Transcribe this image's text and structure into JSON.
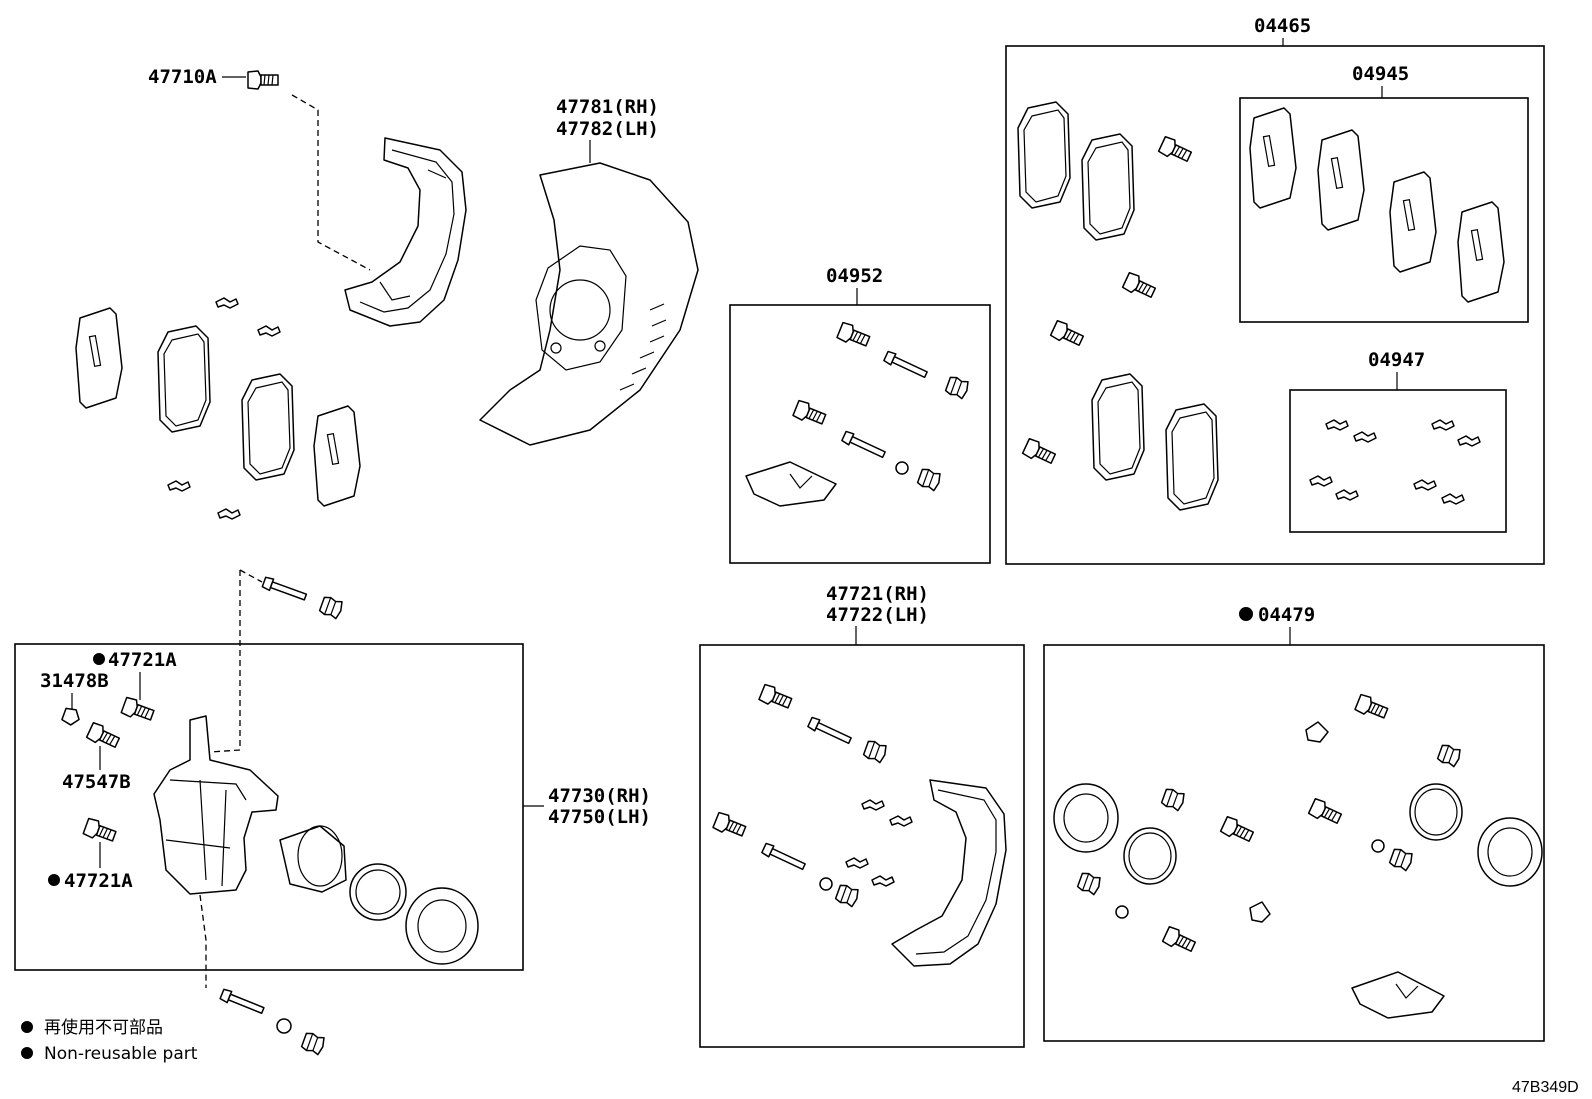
{
  "labels": {
    "bolt_47710A": "47710A",
    "shield_rh": "47781(RH)",
    "shield_lh": "47782(LH)",
    "kit_04465": "04465",
    "kit_04945": "04945",
    "kit_04952": "04952",
    "kit_04947": "04947",
    "bolt_47721A_top": "47721A",
    "bleeder_31478B": "31478B",
    "cap_47547B": "47547B",
    "bolt_47721A_bottom": "47721A",
    "caliper_rh": "47730(RH)",
    "caliper_lh": "47750(LH)",
    "mount_rh": "47721(RH)",
    "mount_lh": "47722(LH)",
    "kit_04479": "04479"
  },
  "legend": {
    "non_reusable_jp": "再使用不可部品",
    "non_reusable_en": "Non-reusable part"
  },
  "diagram_ref": "47B349D"
}
